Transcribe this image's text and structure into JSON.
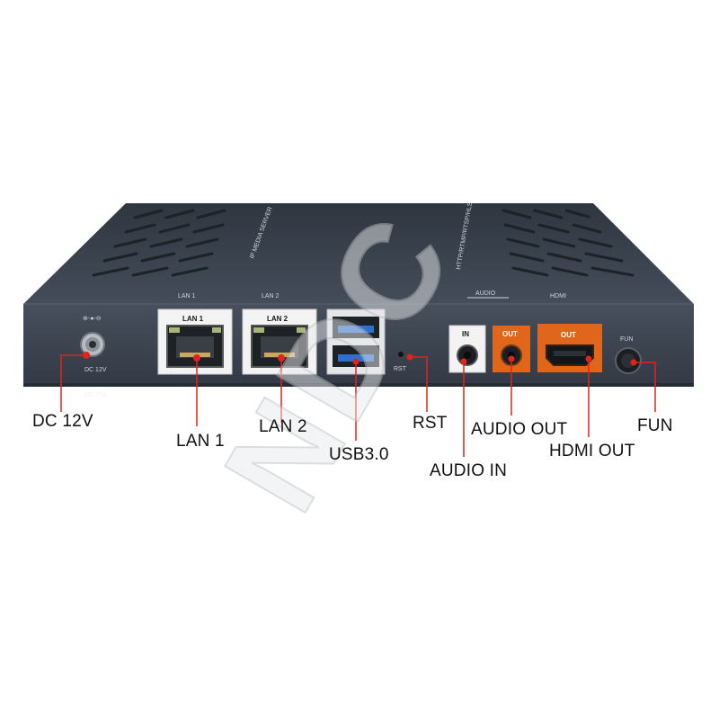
{
  "panel": {
    "brand_print": "IP MEDIA SERVER",
    "model_print": "HTTP/RTMP/RTSP/HLS",
    "lan1_print": "LAN 1",
    "lan2_print": "LAN 2",
    "audio_print": "AUDIO",
    "hdmi_print": "HDMI",
    "power_polarity": "⊕-●-⊖",
    "dc_print": "DC 12V",
    "lan1_port_label": "LAN 1",
    "lan2_port_label": "LAN 2",
    "rst_print": "RST",
    "audio_in_print": "IN",
    "audio_out_print": "OUT",
    "hdmi_out_print": "OUT",
    "fun_print": "FUN",
    "under_dc_print": "DC 12V"
  },
  "callouts": {
    "dc12v": "DC 12V",
    "lan1": "LAN 1",
    "lan2": "LAN 2",
    "usb": "USB3.0",
    "rst": "RST",
    "audio_in": "AUDIO IN",
    "audio_out": "AUDIO OUT",
    "hdmi_out": "HDMI OUT",
    "fun": "FUN"
  },
  "watermark": "NDC",
  "colors": {
    "chassis_top": "#39414d",
    "chassis_front": "#3d4551",
    "port_white": "#f3f3f3",
    "port_orange": "#e0661b",
    "leader_red": "#e0241c",
    "marker_red": "#e0241c",
    "usb_blue": "#2f6fd0"
  },
  "icons": [
    "ethernet-port-icon",
    "usb-port-icon",
    "hdmi-port-icon",
    "audio-jack-icon",
    "power-jack-icon",
    "reset-hole-icon",
    "fun-button-icon",
    "vent-slot-icon"
  ]
}
